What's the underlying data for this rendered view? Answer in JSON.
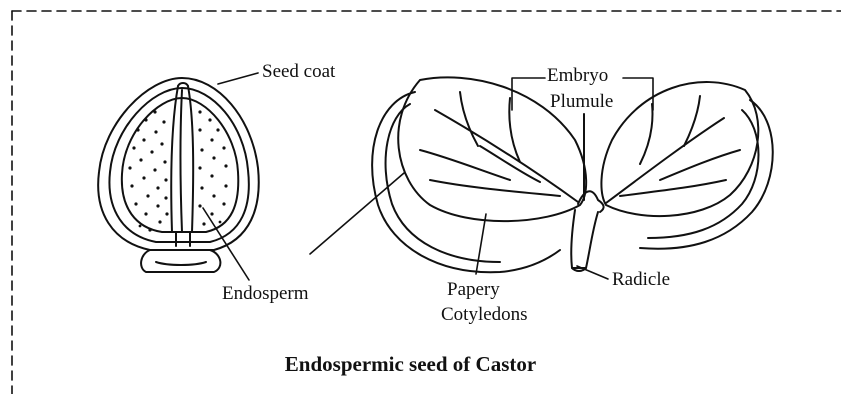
{
  "labels": {
    "seed_coat": "Seed coat",
    "endosperm": "Endosperm",
    "embryo": "Embryo",
    "plumule": "Plumule",
    "papery_line1": "Papery",
    "papery_line2": "Cotyledons",
    "radicle": "Radicle"
  },
  "caption": "Endospermic seed of Castor"
}
